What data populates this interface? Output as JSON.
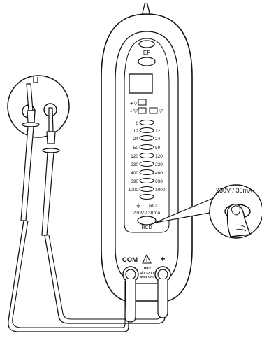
{
  "top_button_label": "EF",
  "ind_plus": "+",
  "ind_minus": "-",
  "left_labels": [
    "6",
    "12",
    "24",
    "50",
    "120",
    "230",
    "400",
    "690",
    "1000"
  ],
  "right_labels": [
    "12",
    "24",
    "50",
    "120",
    "230",
    "400",
    "690",
    "1000"
  ],
  "rcd_label": "RCD",
  "test_button_caption": "230V / 30mA",
  "test_button_label": "RCD",
  "callout_label": "230V / 30mA",
  "com_label": "COM",
  "plus_label": "+",
  "max_line1": "MAX",
  "max_line2": "1kV CAT II",
  "max_line3": "600V CAT III",
  "warning_symbol": "!"
}
